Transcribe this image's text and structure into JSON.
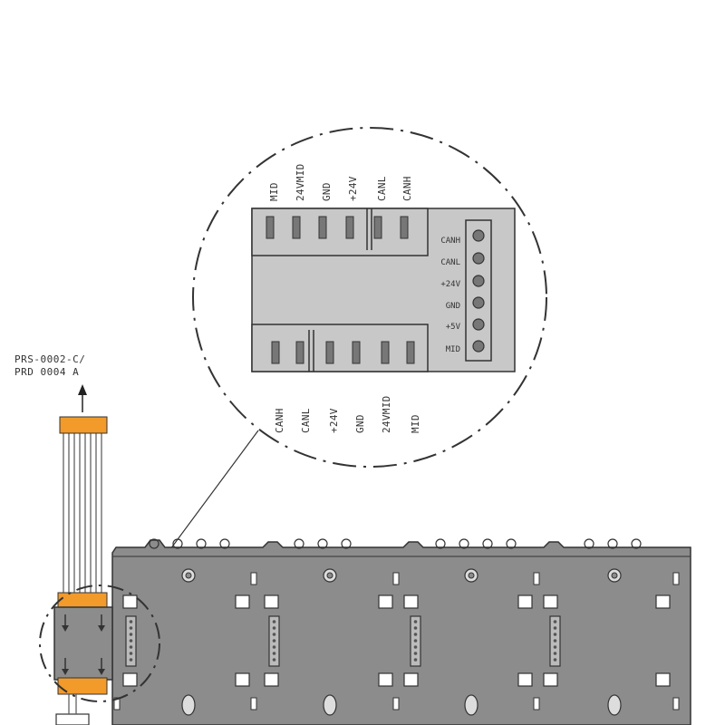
{
  "cable_label": {
    "line1": "PRS-0002-C/",
    "line2": "PRD 0004 A"
  },
  "top_connector_pins": [
    "MID",
    "24VMID",
    "GND",
    "+24V",
    "CANL",
    "CANH"
  ],
  "bottom_connector_pins": [
    "CANH",
    "CANL",
    "+24V",
    "GND",
    "24VMID",
    "MID"
  ],
  "side_connector_pins": [
    "CANH",
    "CANL",
    "+24V",
    "GND",
    "+5V",
    "MID"
  ],
  "colors": {
    "module_body": "#c8c8c8",
    "board": "#8c8c8c",
    "orange": "#f29a2a",
    "outline": "#333333"
  }
}
